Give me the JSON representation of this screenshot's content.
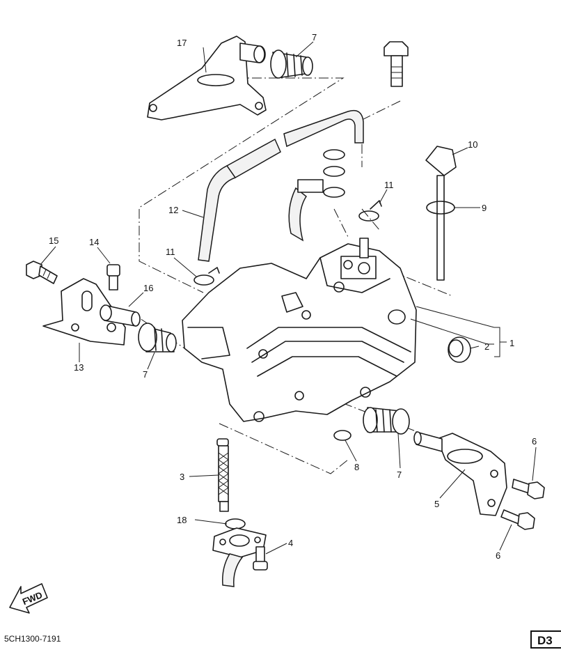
{
  "callouts": [
    {
      "id": "c1",
      "text": "1"
    },
    {
      "id": "c2",
      "text": "2"
    },
    {
      "id": "c3",
      "text": "3"
    },
    {
      "id": "c4",
      "text": "4"
    },
    {
      "id": "c5",
      "text": "5"
    },
    {
      "id": "c6a",
      "text": "6"
    },
    {
      "id": "c6b",
      "text": "6"
    },
    {
      "id": "c7a",
      "text": "7"
    },
    {
      "id": "c7b",
      "text": "7"
    },
    {
      "id": "c7c",
      "text": "7"
    },
    {
      "id": "c8",
      "text": "8"
    },
    {
      "id": "c9",
      "text": "9"
    },
    {
      "id": "c10",
      "text": "10"
    },
    {
      "id": "c11a",
      "text": "11"
    },
    {
      "id": "c11b",
      "text": "11"
    },
    {
      "id": "c12",
      "text": "12"
    },
    {
      "id": "c13",
      "text": "13"
    },
    {
      "id": "c14",
      "text": "14"
    },
    {
      "id": "c15",
      "text": "15"
    },
    {
      "id": "c16",
      "text": "16"
    },
    {
      "id": "c17",
      "text": "17"
    },
    {
      "id": "c18",
      "text": "18"
    }
  ],
  "fwd_label": "FWD",
  "doc_id": "5CH1300-7191",
  "page_ref": "D3"
}
